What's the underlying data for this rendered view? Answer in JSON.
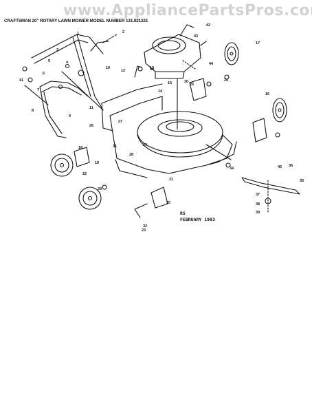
{
  "watermark": "www.AppliancePartsPros.com",
  "header": {
    "model_title": "CRAFTSMAN 20\" ROTARY LAWN MOWER MODEL NUMBER  131.921221"
  },
  "footer": {
    "rev_code": "R5",
    "date": "FEBRUARY 1983"
  },
  "callouts": [
    "1",
    "2",
    "3",
    "4",
    "5",
    "6",
    "7",
    "8",
    "9",
    "10",
    "11",
    "12",
    "13",
    "14",
    "15",
    "16",
    "17",
    "18",
    "19",
    "20",
    "21",
    "22",
    "23",
    "24",
    "25",
    "26",
    "27",
    "28",
    "29",
    "30",
    "31",
    "32",
    "33",
    "34",
    "35",
    "36",
    "37",
    "38",
    "39",
    "40",
    "41",
    "42",
    "43",
    "44",
    "45"
  ]
}
